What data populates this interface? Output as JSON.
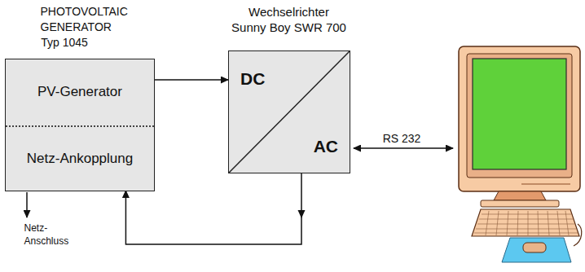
{
  "diagram": {
    "nodes": [
      {
        "text": [
          "PHOTOVOLTAIC GENERATOR Typ 1045"
        ]
      },
      {
        "text": [
          "PV-Generator"
        ],
        "in": 0
      },
      {
        "text": [
          "Netz-Ankopplung"
        ],
        "in": 0
      },
      {
        "text": [
          "Wechselrichter Sunny Boy SWR 700",
          "DC",
          "AC"
        ]
      }
    ],
    "edges": [
      {
        "from": 1,
        "to": 3,
        "arrow": "to"
      },
      {
        "from": 3,
        "to": 2,
        "arrow": "to"
      }
    ],
    "labels": [
      "RS 232",
      "Netz- Anschluss"
    ]
  }
}
